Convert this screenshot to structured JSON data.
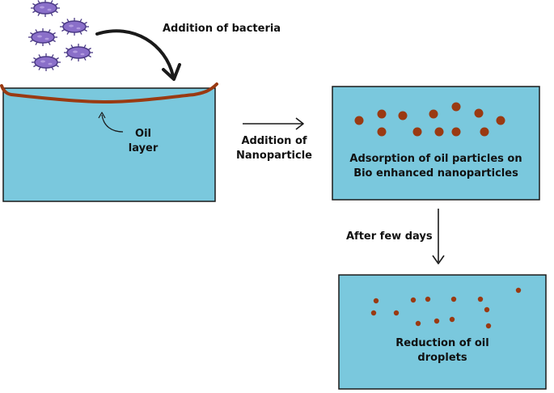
{
  "colors": {
    "water": "#7ac8dd",
    "oil": "#9a3a12",
    "bacteria_body": "#8a6fc9",
    "bacteria_spine": "#4b3a86",
    "outline": "#1a1a1a"
  },
  "labels": {
    "addition_of_bacteria": "Addition of bacteria",
    "oil_layer_line1": "Oil",
    "oil_layer_line2": "layer",
    "addition_of_nanoparticle_line1": "Addition of",
    "addition_of_nanoparticle_line2": "Nanoparticle",
    "adsorption_line1": "Adsorption of oil particles on",
    "adsorption_line2": "Bio enhanced nanoparticles",
    "after_few_days": "After few days",
    "reduction_line1": "Reduction of oil",
    "reduction_line2": "droplets"
  },
  "icons": {
    "bacterium": "bacterium-icon",
    "arrow": "arrow-icon",
    "droplet": "oil-droplet-icon"
  }
}
